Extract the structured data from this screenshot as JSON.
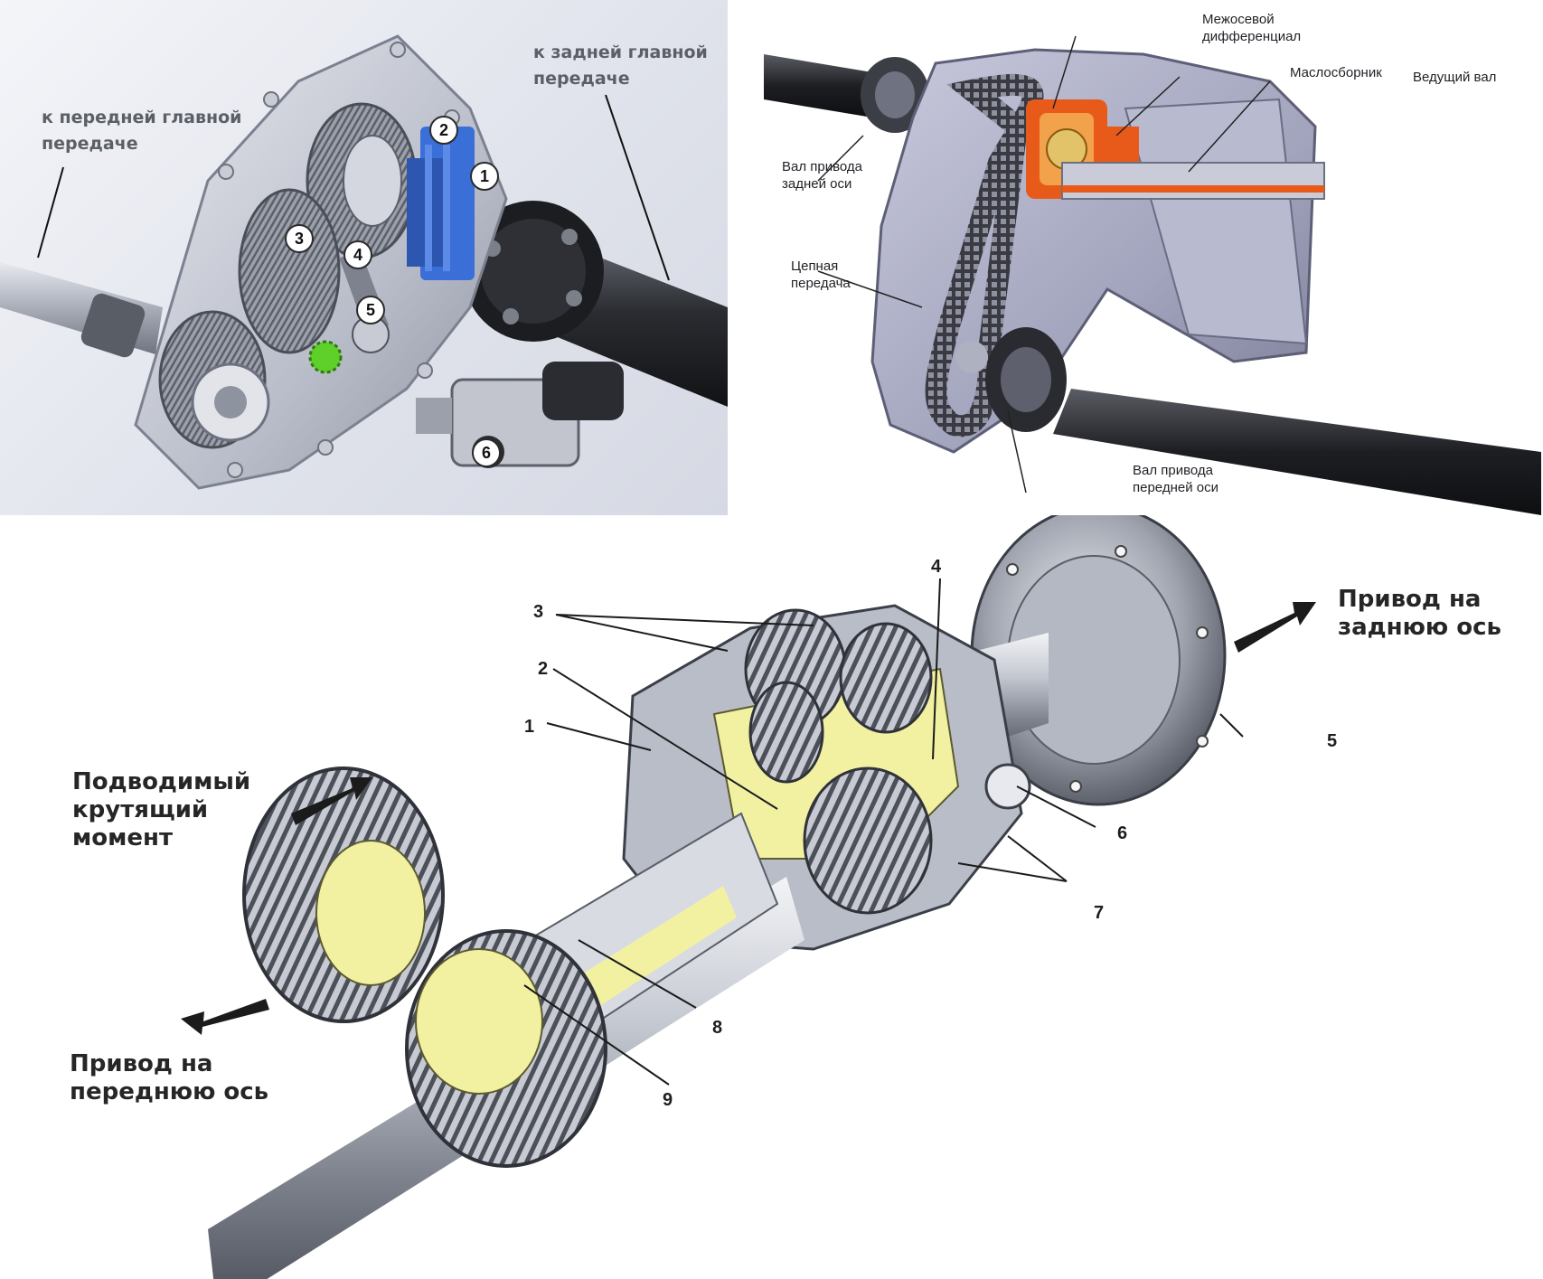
{
  "panel_a": {
    "front_label": "к передней главной\nпередаче",
    "rear_label": "к задней главной\nпередаче",
    "badges": [
      "1",
      "2",
      "3",
      "4",
      "5",
      "6"
    ]
  },
  "panel_b": {
    "center_diff": "Межосевой\nдифференциал",
    "oil_collector": "Маслосборник",
    "drive_shaft": "Ведущий вал",
    "rear_axle_shaft": "Вал привода\nзадней оси",
    "chain_drive": "Цепная\nпередача",
    "front_axle_shaft": "Вал привода\nпередней оси"
  },
  "panel_c": {
    "input_torque": "Подводимый\nкрутящий\nмомент",
    "rear_drive": "Привод на\nзаднюю ось",
    "front_drive": "Привод на\nпереднюю ось",
    "numbers": [
      "1",
      "2",
      "3",
      "4",
      "5",
      "6",
      "7",
      "8",
      "9"
    ]
  },
  "colors": {
    "housing": "#b9bdc9",
    "steel": "#9aa0ac",
    "shaft_dark": "#1b1c20",
    "highlight_blue": "#3a6fd8",
    "green_gear": "#5fcf2a",
    "cutaway_orange": "#e85a1a",
    "cutaway_yellow": "#f2f1a2"
  }
}
